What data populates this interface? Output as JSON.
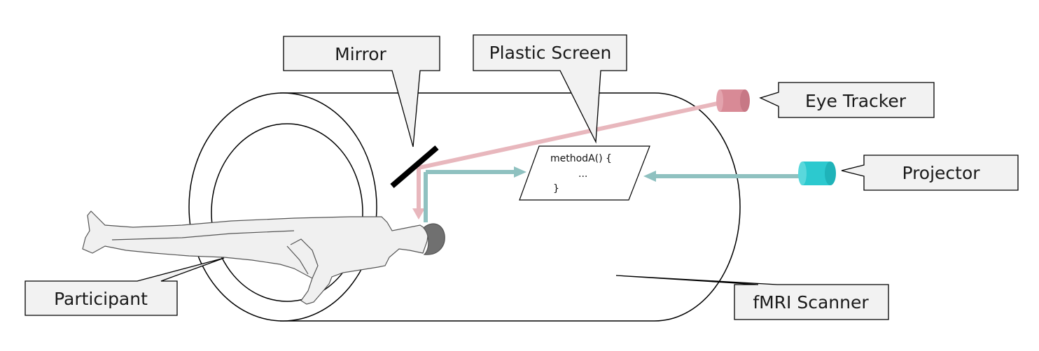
{
  "callouts": {
    "mirror": "Mirror",
    "plastic_screen": "Plastic Screen",
    "eye_tracker": "Eye Tracker",
    "projector": "Projector",
    "participant": "Participant",
    "fmri_scanner": "fMRI Scanner"
  },
  "screen_code": {
    "line1": "methodA() {",
    "line2": "...",
    "line3": "}"
  },
  "colors": {
    "eye_tracker_beam": "#e8b7bd",
    "eye_tracker_device": "#d88a96",
    "projector_beam": "#8fc1c0",
    "projector_device": "#2cc9cf",
    "callout_fill": "#f2f2f2",
    "mirror": "#000000",
    "head": "#707070",
    "body": "#f0f0f0"
  }
}
